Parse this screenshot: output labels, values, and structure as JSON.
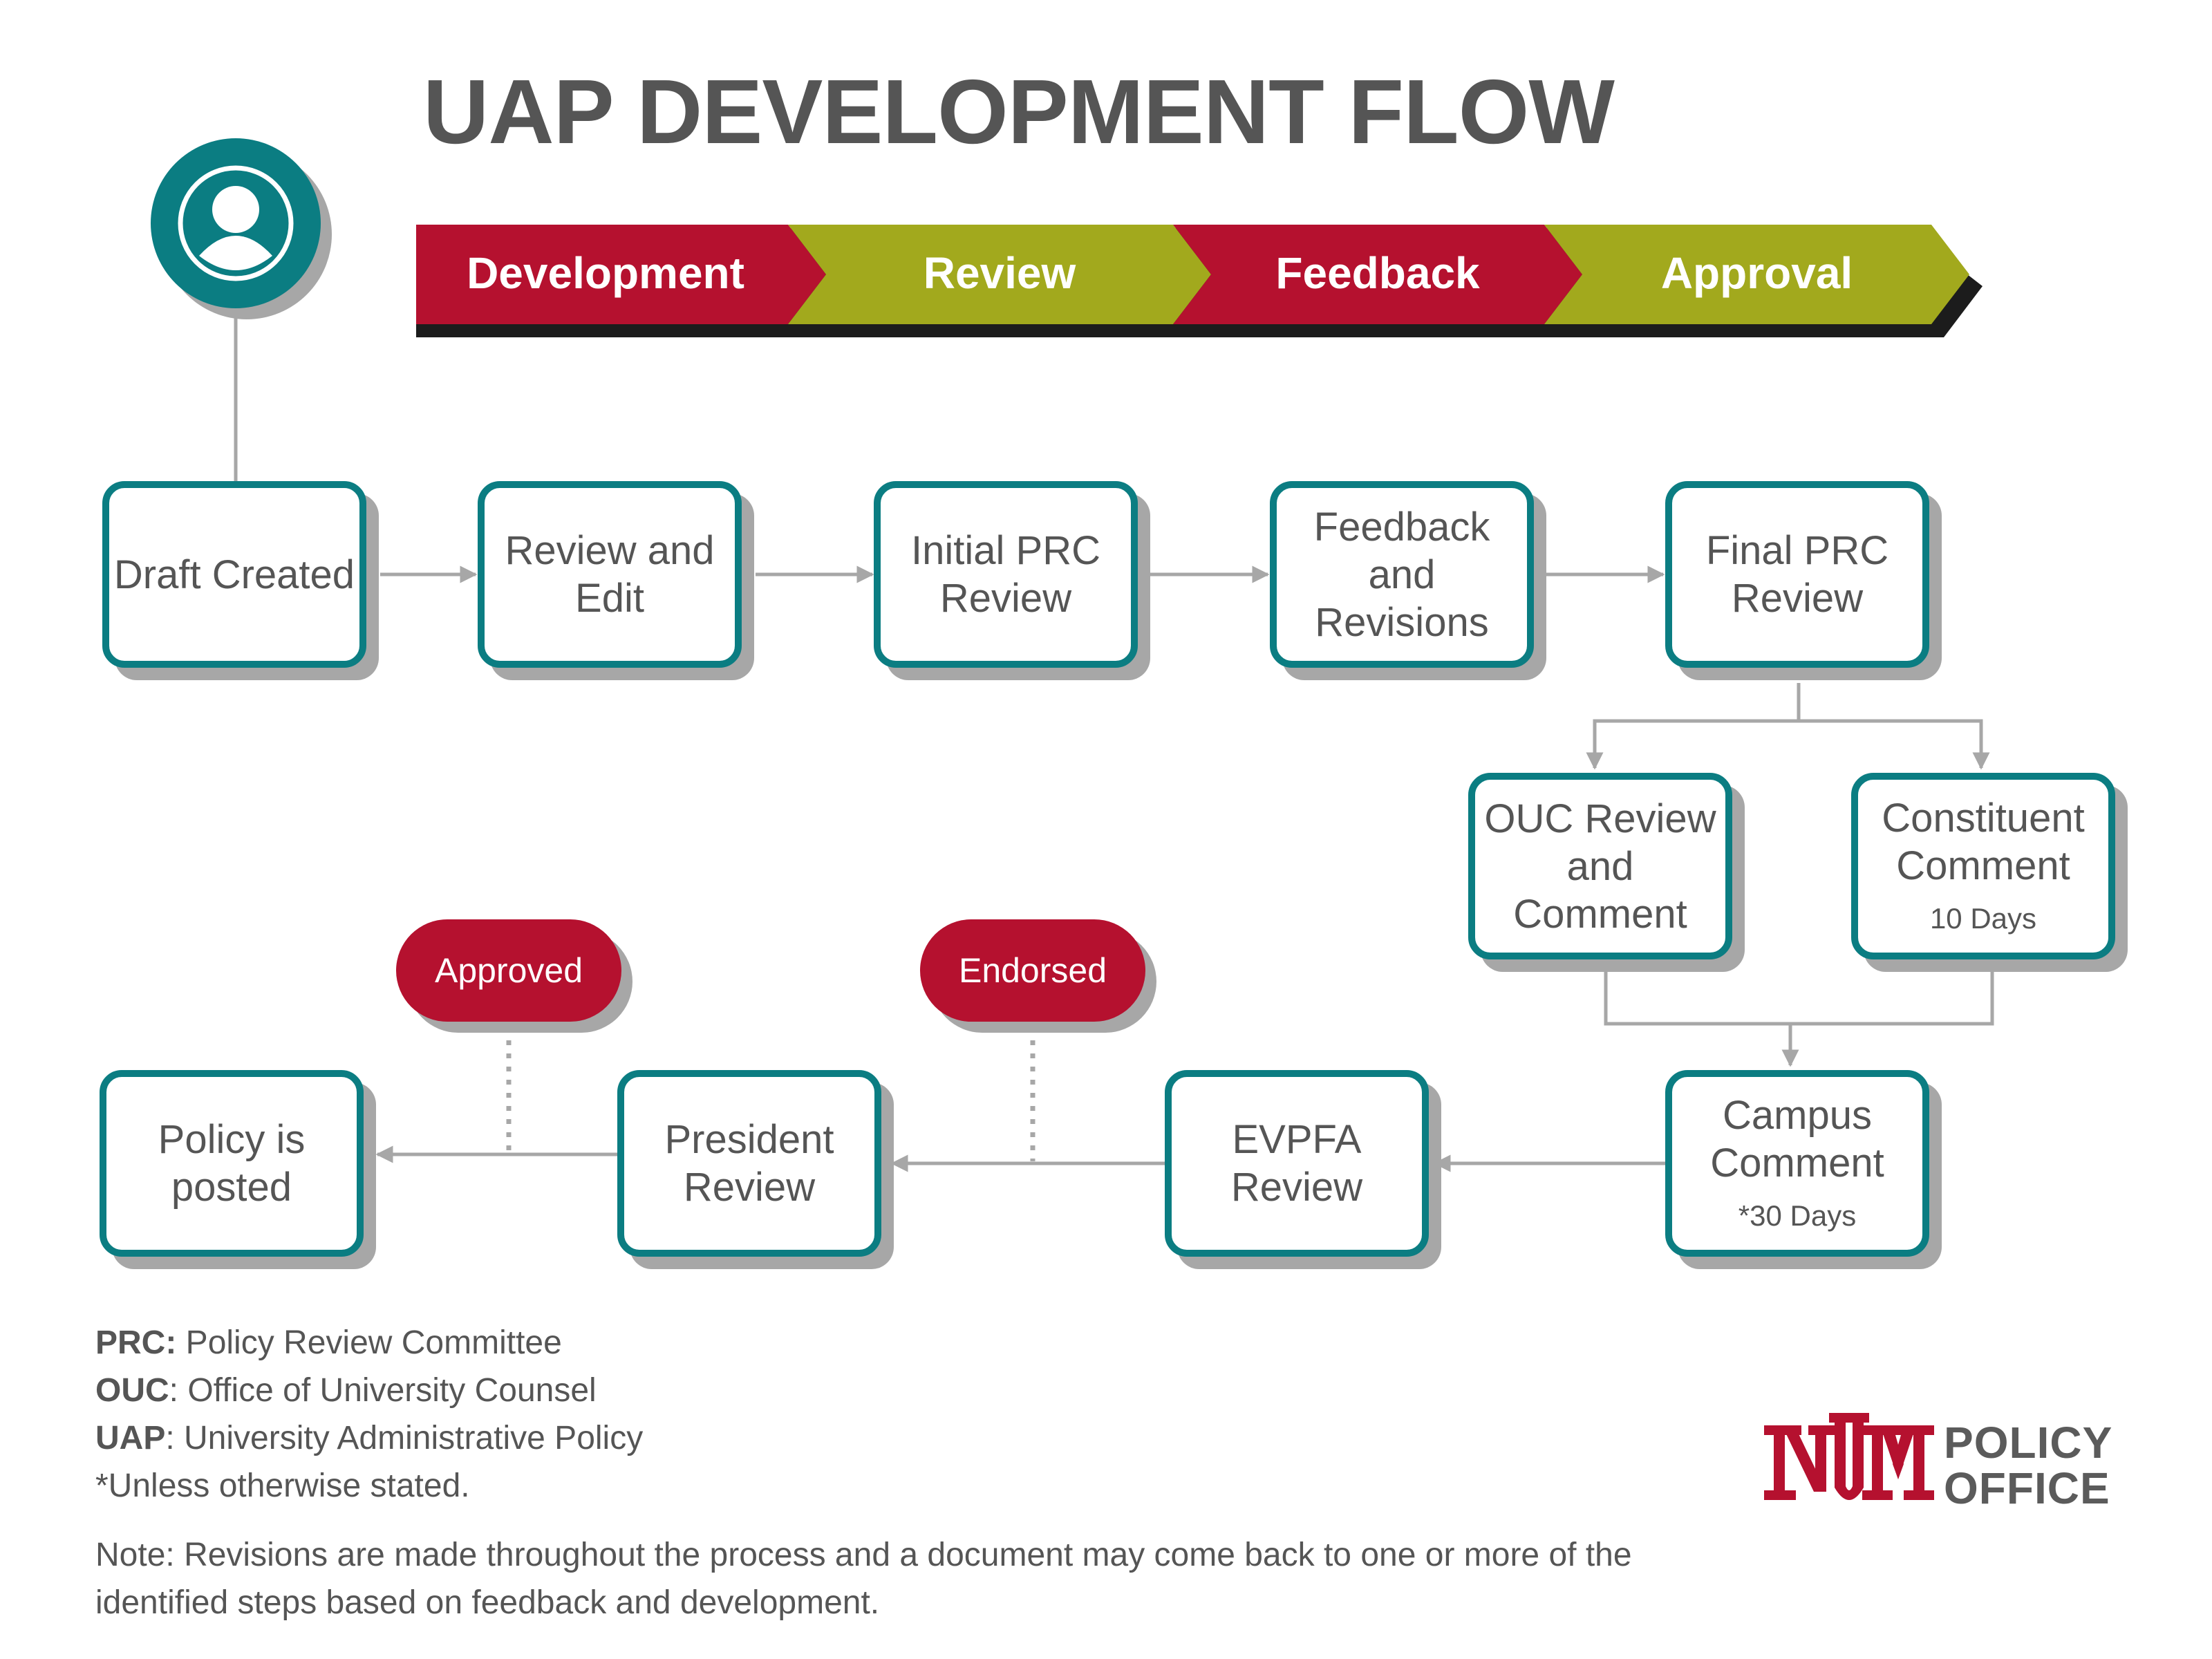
{
  "title": "UAP DEVELOPMENT FLOW",
  "colors": {
    "red": "#b5112f",
    "olive": "#a2a91d",
    "teal": "#0b7d82",
    "gray_text": "#555555",
    "connector": "#a7a7a7"
  },
  "phases": [
    "Development",
    "Review",
    "Feedback",
    "Approval"
  ],
  "steps": {
    "draft_created": {
      "label": "Draft Created",
      "note": ""
    },
    "review_and_edit": {
      "label": "Review and Edit",
      "note": ""
    },
    "initial_prc_review": {
      "label": "Initial PRC Review",
      "note": ""
    },
    "feedback_and_revisions": {
      "label": "Feedback and Revisions",
      "note": ""
    },
    "final_prc_review": {
      "label": "Final PRC Review",
      "note": ""
    },
    "ouc_review_and_comment": {
      "label": "OUC Review and Comment",
      "note": ""
    },
    "constituent_comment": {
      "label": "Constituent Comment",
      "note": "10 Days"
    },
    "campus_comment": {
      "label": "Campus Comment",
      "note": "*30 Days"
    },
    "evpfa_review": {
      "label": "EVPFA Review",
      "note": ""
    },
    "president_review": {
      "label": "President Review",
      "note": ""
    },
    "policy_is_posted": {
      "label": "Policy is posted",
      "note": ""
    }
  },
  "status_tags": {
    "approved": "Approved",
    "endorsed": "Endorsed"
  },
  "legend": [
    {
      "term": "PRC:",
      "definition": "Policy Review Committee"
    },
    {
      "term": "OUC",
      "definition": ": Office of University Counsel"
    },
    {
      "term": "UAP",
      "definition": ": University Administrative Policy"
    },
    {
      "term": "",
      "definition": "*Unless otherwise stated."
    }
  ],
  "note": "Note: Revisions are made throughout the process and a document may come back to one or more of the identified steps based on feedback and development.",
  "logo": {
    "icon": "unm-logo-icon",
    "line1": "POLICY",
    "line2": "OFFICE"
  }
}
